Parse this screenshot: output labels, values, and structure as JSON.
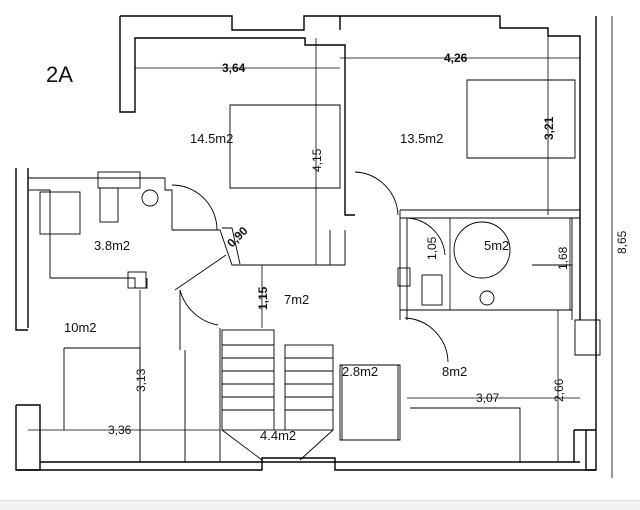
{
  "plan": {
    "unit_label": "2A",
    "rooms": {
      "bedroom_large": "14.5m2",
      "bedroom_medium": "13.5m2",
      "bathroom_left": "3.8m2",
      "bathroom_right": "5m2",
      "hall": "7m2",
      "bedroom_left": "10m2",
      "closet": "2.8m2",
      "bedroom_right": "8m2",
      "stair": "4.4m2"
    },
    "dimensions": {
      "top_left_width": "3,64",
      "top_right_width": "4,26",
      "right_room_height": "3,21",
      "overall_height": "8,65",
      "left_room_depth": "4,15",
      "door_width": "0,90",
      "bath_height": "1,05",
      "bath_right_height": "1,68",
      "hall_width": "1,15",
      "left_bed_height": "3,13",
      "left_bed_width": "3,36",
      "right_bed_width": "3,07",
      "right_bed_height": "2,66"
    }
  }
}
